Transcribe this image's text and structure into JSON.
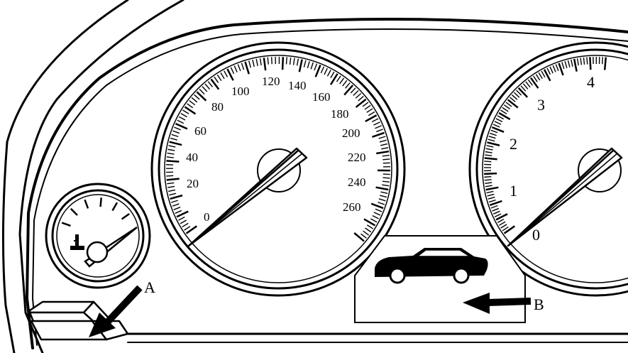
{
  "speedometer": {
    "scale_labels": [
      "0",
      "20",
      "40",
      "60",
      "80",
      "100",
      "120",
      "140",
      "160",
      "180",
      "200",
      "220",
      "240",
      "260"
    ],
    "needle_value": 0
  },
  "tachometer": {
    "scale_labels": [
      "0",
      "1",
      "2",
      "3",
      "4"
    ],
    "needle_value": 0
  },
  "callouts": {
    "a": "A",
    "b": "B"
  },
  "colors": {
    "ink": "#000000",
    "paper": "#ffffff"
  },
  "icons": {
    "temperature": "thermometer-icon",
    "vehicle": "car-side-icon"
  }
}
